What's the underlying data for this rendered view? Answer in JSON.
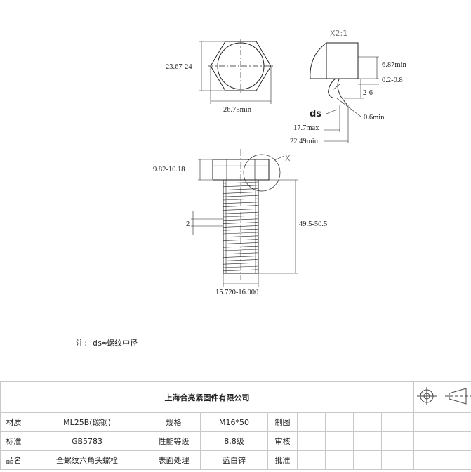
{
  "detail_scale": "X2:1",
  "detail_marker": "X",
  "dims": {
    "across_flats": "23.67-24",
    "across_corners": "26.75min",
    "head_min": "6.87min",
    "underhead_radius": "0.2-0.8",
    "transition": "2-6",
    "ds": "ds",
    "fillet": "0.6min",
    "transition_max": "17.7max",
    "bearing_min": "22.49min",
    "head_height": "9.82-10.18",
    "pitch": "2",
    "length": "49.5-50.5",
    "thread_dia": "15.720-16.000"
  },
  "note": "注: ds≈螺纹中径",
  "title_block": {
    "company": "上海合亮紧固件有限公司",
    "rows": [
      {
        "label1": "材质",
        "value1": "ML25B(碳钢)",
        "label2": "规格",
        "value2": "M16*50",
        "label3": "制图"
      },
      {
        "label1": "标准",
        "value1": "GB5783",
        "label2": "性能等级",
        "value2": "8.8级",
        "label3": "审核"
      },
      {
        "label1": "品名",
        "value1": "全螺纹六角头螺栓",
        "label2": "表面处理",
        "value2": "蓝白锌",
        "label3": "批准"
      }
    ]
  }
}
